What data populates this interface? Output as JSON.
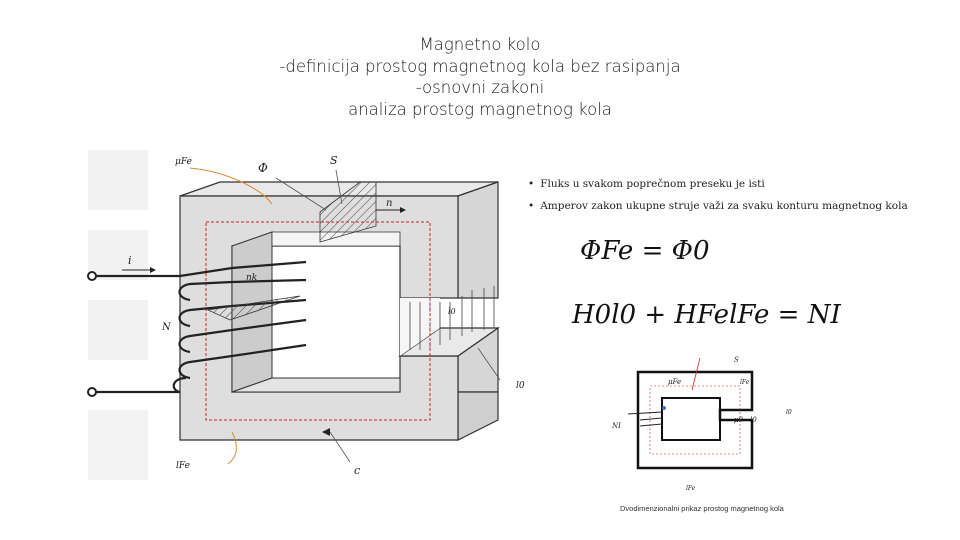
{
  "title": {
    "line1": "Magnetno kolo",
    "line2": "-definicija prostog magnetnog kola bez rasipanja",
    "line3": "-osnovni zakoni",
    "line4": "analiza prostog magnetnog kola"
  },
  "bullets": [
    "Fluks u svakom poprečnom preseku je isti",
    "Amperov zakon ukupne struje važi za svaku konturu magnetnog kola"
  ],
  "equations": {
    "flux": "ΦFe = Φ0",
    "ampere": "H0l0 + HFelFe = NI"
  },
  "core_labels": {
    "mu": "μFe",
    "phi": "Φ",
    "s": "S",
    "n": "n",
    "i": "i",
    "nk": "nk",
    "N": "N",
    "l0_gap": "l0",
    "l0": "l0",
    "lfe": "lFe",
    "c": "c"
  },
  "small_diagram": {
    "S": "S",
    "mu": "μFe",
    "lfe": "lFe",
    "NI": "NI",
    "mu0": "μ0",
    "l0": "l0",
    "i": "l0",
    "lfe_bottom": "lFe",
    "caption": "Dvodimenzionalni prikaz prostog magnetnog kola"
  }
}
